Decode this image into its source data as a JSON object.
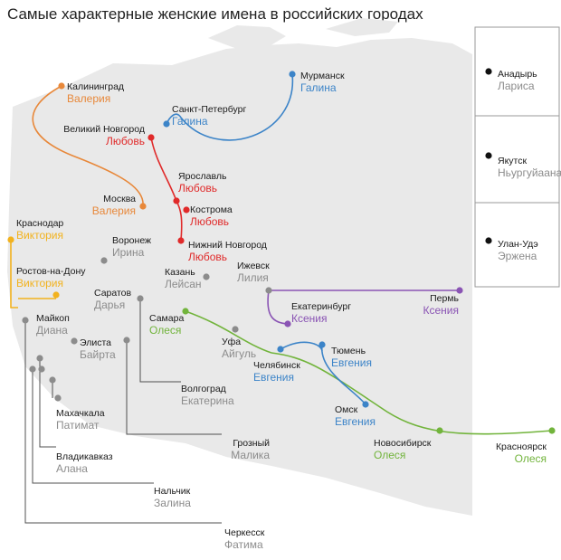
{
  "title": "Самые характерные женские имена в российских городах",
  "colors": {
    "orange": "#e8883a",
    "blue": "#3c84c8",
    "red": "#e02a2a",
    "purple": "#8a54b4",
    "green": "#72b43c",
    "yellow": "#f2b21e",
    "gray": "#8c8c8c",
    "land": "#e9e9e9",
    "inset_border": "#9a9a9a",
    "leader": "#505050"
  },
  "cities": [
    {
      "id": "kaliningrad",
      "city": "Калининград",
      "name": "Валерия",
      "color": "orange"
    },
    {
      "id": "moskva",
      "city": "Москва",
      "name": "Валерия",
      "color": "orange"
    },
    {
      "id": "murmansk",
      "city": "Мурманск",
      "name": "Галина",
      "color": "blue"
    },
    {
      "id": "spb",
      "city": "Санкт-Петербург",
      "name": "Галина",
      "color": "blue"
    },
    {
      "id": "novgorod",
      "city": "Великий Новгород",
      "name": "Любовь",
      "color": "red"
    },
    {
      "id": "yaroslavl",
      "city": "Ярославль",
      "name": "Любовь",
      "color": "red"
    },
    {
      "id": "kostroma",
      "city": "Кострома",
      "name": "Любовь",
      "color": "red"
    },
    {
      "id": "nnovgorod",
      "city": "Нижний Новгород",
      "name": "Любовь",
      "color": "red"
    },
    {
      "id": "krasnodar",
      "city": "Краснодар",
      "name": "Виктория",
      "color": "yellow"
    },
    {
      "id": "rostov",
      "city": "Ростов-на-Дону",
      "name": "Виктория",
      "color": "yellow"
    },
    {
      "id": "voronezh",
      "city": "Воронеж",
      "name": "Ирина",
      "color": "gray"
    },
    {
      "id": "kazan",
      "city": "Казань",
      "name": "Лейсан",
      "color": "gray"
    },
    {
      "id": "izhevsk",
      "city": "Ижевск",
      "name": "Лилия",
      "color": "gray"
    },
    {
      "id": "saratov",
      "city": "Саратов",
      "name": "Дарья",
      "color": "gray"
    },
    {
      "id": "maykop",
      "city": "Майкоп",
      "name": "Диана",
      "color": "gray"
    },
    {
      "id": "samara",
      "city": "Самара",
      "name": "Олеся",
      "color": "green"
    },
    {
      "id": "ekaterinburg",
      "city": "Екатеринбург",
      "name": "Ксения",
      "color": "purple"
    },
    {
      "id": "perm",
      "city": "Пермь",
      "name": "Ксения",
      "color": "purple"
    },
    {
      "id": "ufa",
      "city": "Уфа",
      "name": "Айгуль",
      "color": "gray"
    },
    {
      "id": "elista",
      "city": "Элиста",
      "name": "Байрта",
      "color": "gray"
    },
    {
      "id": "tyumen",
      "city": "Тюмень",
      "name": "Евгения",
      "color": "blue"
    },
    {
      "id": "chelyabinsk",
      "city": "Челябинск",
      "name": "Евгения",
      "color": "blue"
    },
    {
      "id": "volgograd",
      "city": "Волгоград",
      "name": "Екатерина",
      "color": "gray"
    },
    {
      "id": "omsk",
      "city": "Омск",
      "name": "Евгения",
      "color": "blue"
    },
    {
      "id": "makhachkala",
      "city": "Махачкала",
      "name": "Патимат",
      "color": "gray"
    },
    {
      "id": "novosibirsk",
      "city": "Новосибирск",
      "name": "Олеся",
      "color": "green"
    },
    {
      "id": "krasnoyarsk",
      "city": "Красноярск",
      "name": "Олеся",
      "color": "green"
    },
    {
      "id": "grozny",
      "city": "Грозный",
      "name": "Малика",
      "color": "gray"
    },
    {
      "id": "vladikavkaz",
      "city": "Владикавказ",
      "name": "Алана",
      "color": "gray"
    },
    {
      "id": "nalchik",
      "city": "Нальчик",
      "name": "Залина",
      "color": "gray"
    },
    {
      "id": "cherkessk",
      "city": "Черкесск",
      "name": "Фатима",
      "color": "gray"
    }
  ],
  "insets": [
    {
      "id": "anadyr",
      "city": "Анадырь",
      "name": "Лариса",
      "color": "gray"
    },
    {
      "id": "yakutsk",
      "city": "Якутск",
      "name": "Ньургуйаана",
      "color": "gray"
    },
    {
      "id": "ulanude",
      "city": "Улан-Удэ",
      "name": "Эржена",
      "color": "gray"
    }
  ]
}
